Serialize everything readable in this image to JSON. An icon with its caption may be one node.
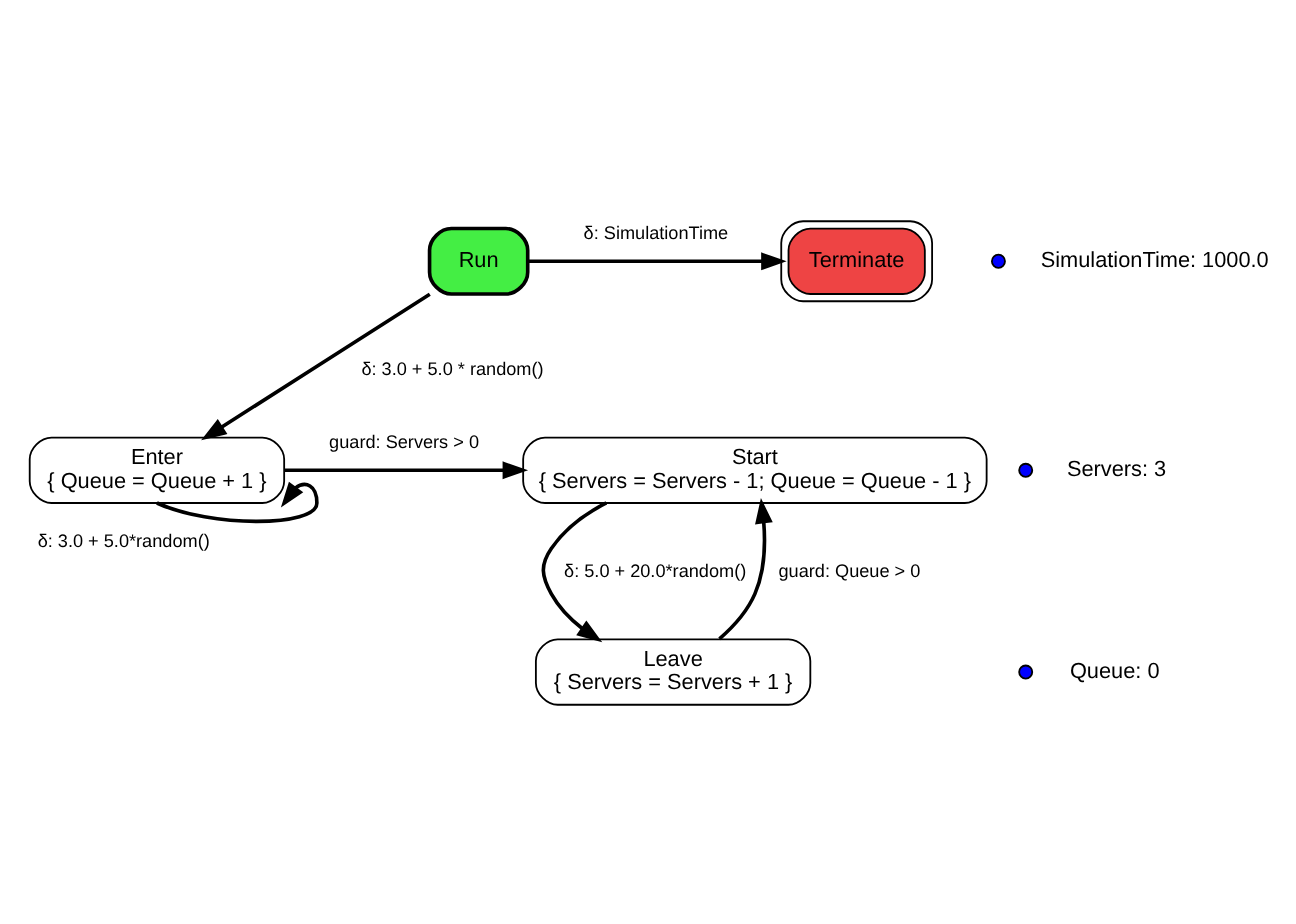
{
  "diagram": {
    "nodes": [
      {
        "text": [
          "Run"
        ]
      },
      {
        "text": [
          "Terminate"
        ]
      },
      {
        "text": [
          "Enter",
          "{ Queue = Queue + 1 }"
        ]
      },
      {
        "text": [
          "Start",
          "{ Servers = Servers - 1; Queue = Queue - 1 }"
        ]
      },
      {
        "text": [
          "Leave",
          "{ Servers = Servers + 1 }"
        ]
      }
    ],
    "edges": [
      {
        "from": 0,
        "to": 1,
        "arrow": "to",
        "label": "δ: SimulationTime"
      },
      {
        "from": 0,
        "to": 2,
        "arrow": "to",
        "label": "δ: 3.0 + 5.0 * random()"
      },
      {
        "from": 2,
        "to": 3,
        "arrow": "to",
        "label": "guard: Servers > 0"
      },
      {
        "from": 2,
        "to": 2,
        "arrow": "to",
        "label": "δ: 3.0 + 5.0*random()"
      },
      {
        "from": 3,
        "to": 4,
        "arrow": "to",
        "label": "δ: 5.0 + 20.0*random()"
      },
      {
        "from": 4,
        "to": 3,
        "arrow": "to",
        "label": "guard: Queue > 0"
      }
    ],
    "labels": [
      "SimulationTime: 1000.0",
      "Servers: 3",
      "Queue: 0"
    ]
  }
}
